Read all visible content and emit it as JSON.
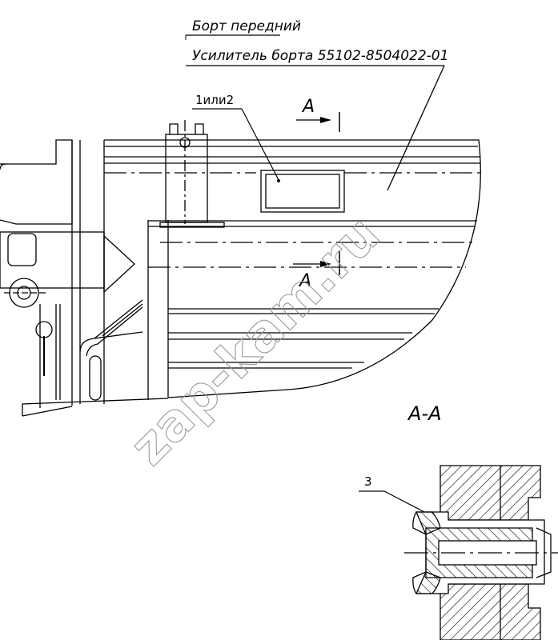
{
  "labels": {
    "front_board": "Борт передний",
    "board_reinforcement": "Усилитель борта 55102-8504022-01",
    "part_1_or_2": "1или2",
    "section_mark_top": "А",
    "section_mark_mid": "А",
    "section_title": "А-А",
    "part_3": "3"
  },
  "watermark": {
    "text": "zap-kam.ru"
  },
  "colors": {
    "line": "#000000",
    "watermark": "#9a9a9a",
    "background": "#ffffff"
  }
}
